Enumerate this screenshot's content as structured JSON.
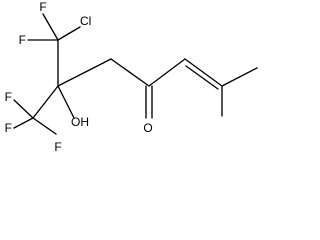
{
  "diagram": {
    "atom_labels": {
      "fluorine_top_left": "F",
      "fluorine_top_bottom": "F",
      "chlorine": "Cl",
      "fluorine_left": "F",
      "fluorine_lower_left": "F",
      "fluorine_bottom": "F",
      "hydroxyl": "OH",
      "carbonyl_oxygen": "O"
    },
    "colors": {
      "bond": "#000000",
      "label": "#000000",
      "background": "#ffffff"
    }
  }
}
